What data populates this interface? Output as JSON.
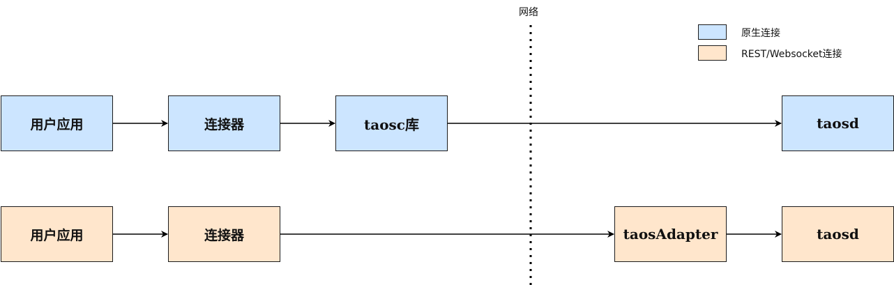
{
  "colors": {
    "native": "#cce5ff",
    "rest": "#ffe6cc",
    "line": "#000000"
  },
  "network_label": "网络",
  "legend": [
    {
      "key": "native",
      "label": "原生连接"
    },
    {
      "key": "rest",
      "label": "REST/Websocket连接"
    }
  ],
  "rows": {
    "native": {
      "app": "用户应用",
      "connector": "连接器",
      "lib": "taosc库",
      "server": "taosd"
    },
    "rest": {
      "app": "用户应用",
      "connector": "连接器",
      "adapter": "taosAdapter",
      "server": "taosd"
    }
  }
}
